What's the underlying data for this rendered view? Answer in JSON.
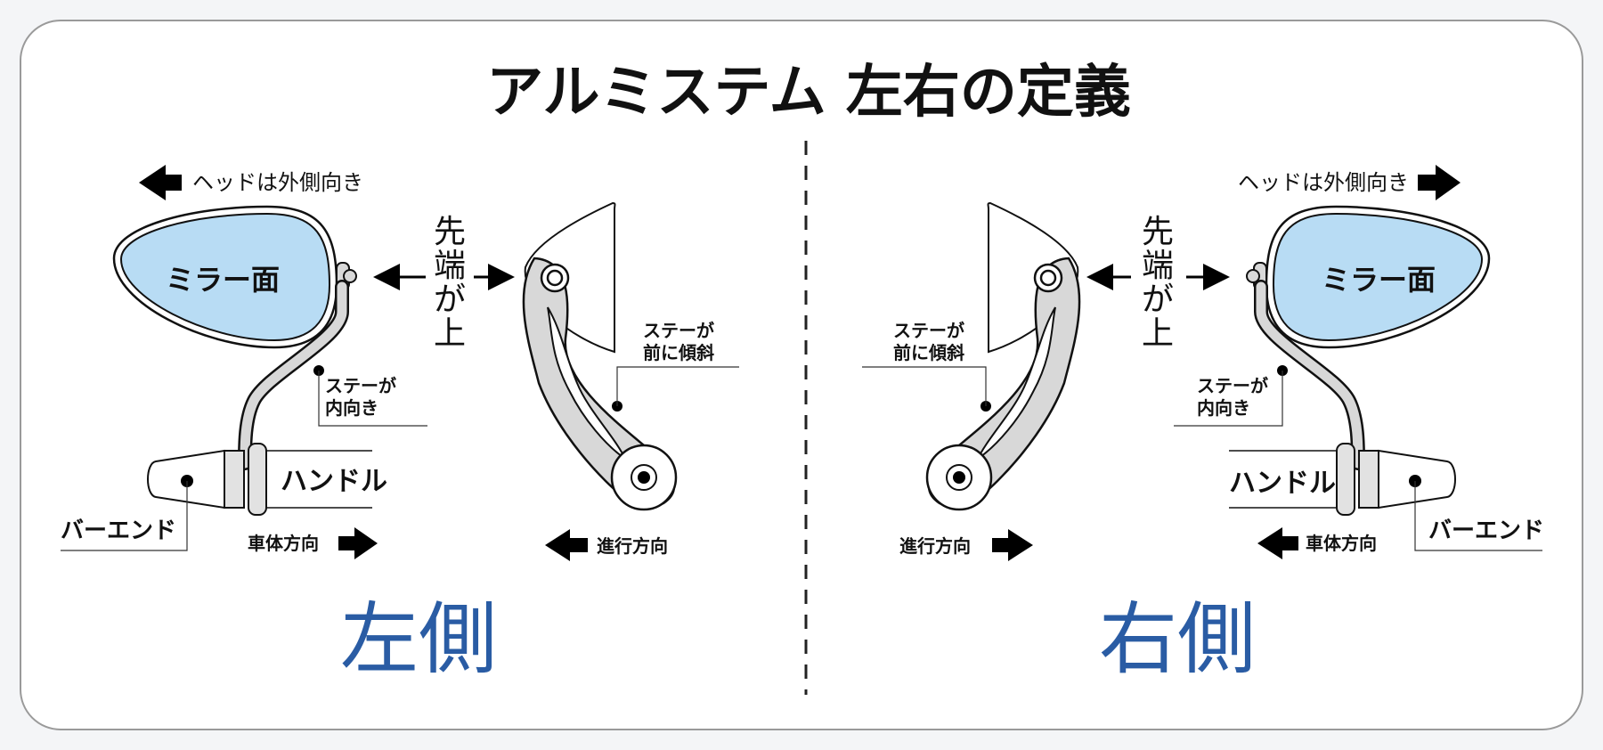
{
  "title": "アルミステム 左右の定義",
  "colors": {
    "mirror_fill": "#b8dcf4",
    "side_label": "#2a5ca4",
    "arrow": "#000000"
  },
  "left": {
    "side_label": "左側",
    "head_direction": "ヘッドは外側向き",
    "mirror_label": "ミラー面",
    "stay_inward": [
      "ステーが",
      "内向き"
    ],
    "handle": "ハンドル",
    "bar_end": "バーエンド",
    "body_direction": "車体方向",
    "tip_up": [
      "先",
      "端",
      "が",
      "上"
    ],
    "stay_forward": [
      "ステーが",
      "前に傾斜"
    ],
    "travel_direction": "進行方向"
  },
  "right": {
    "side_label": "右側",
    "head_direction": "ヘッドは外側向き",
    "mirror_label": "ミラー面",
    "stay_inward": [
      "ステーが",
      "内向き"
    ],
    "handle": "ハンドル",
    "bar_end": "バーエンド",
    "body_direction": "車体方向",
    "tip_up": [
      "先",
      "端",
      "が",
      "上"
    ],
    "stay_forward": [
      "ステーが",
      "前に傾斜"
    ],
    "travel_direction": "進行方向"
  }
}
